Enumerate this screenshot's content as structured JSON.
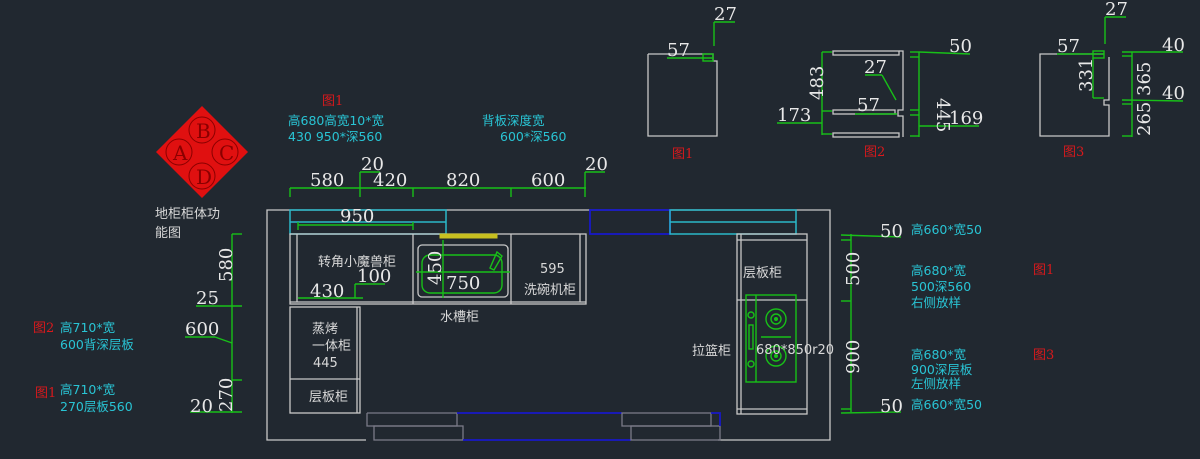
{
  "title": {
    "line1": "地柜柜体功",
    "line2": "能图"
  },
  "compass": {
    "a": "A",
    "b": "B",
    "c": "C",
    "d": "D",
    "color": "#e01010"
  },
  "top_note": {
    "fig": "图1",
    "line1": "高680高宽10*宽",
    "line2": "430   950*深560"
  },
  "top_note2": {
    "line1": "背板深度宽",
    "line2": "600*深560"
  },
  "top_dims": {
    "d1": "580",
    "d2": "20",
    "d3": "420",
    "d4": "820",
    "d5": "600",
    "d6": "20",
    "counter": "950"
  },
  "left_dims": {
    "d1": "580",
    "d2": "25",
    "d3": "600",
    "d4": "270",
    "d5": "20"
  },
  "left_notes": [
    {
      "fig": "图2",
      "line1": "高710*宽",
      "line2": "600背深层板"
    },
    {
      "fig": "图1",
      "line1": "高710*宽",
      "line2": "270层板560"
    }
  ],
  "cabinets": {
    "corner": "转角小魔兽柜",
    "corner_d1": "100",
    "corner_d2": "430",
    "sink_w": "750",
    "sink_h": "450",
    "sink": "水槽柜",
    "dish_num": "595",
    "dish": "洗碗机柜",
    "steam1": "蒸烤",
    "steam2": "一体柜",
    "steam_num": "445",
    "shelf_left": "层板柜",
    "shelf_right": "层板柜",
    "basket": "拉篮柜",
    "stove_dim": "680*850r20"
  },
  "right_dims": {
    "d1": "50",
    "d2": "500",
    "d3": "900",
    "d4": "50"
  },
  "right_notes": [
    {
      "line1": "高660*宽50"
    },
    {
      "fig": "图1",
      "line1": "高680*宽",
      "line2": "500深560",
      "line3": "右侧放样"
    },
    {
      "fig": "图3",
      "line1": "高680*宽",
      "line2": "900深层板",
      "line3": "左侧放样"
    },
    {
      "line1": "高660*宽50"
    }
  ],
  "fig1": {
    "label": "图1",
    "d1": "27",
    "d2": "57"
  },
  "fig2": {
    "label": "图2",
    "d1": "50",
    "d2": "483",
    "d3": "445",
    "d4": "27",
    "d5": "57",
    "d6": "173",
    "d7": "169"
  },
  "fig3": {
    "label": "图3",
    "d1": "27",
    "d2": "57",
    "d3": "40",
    "d4": "331",
    "d5": "365",
    "d6": "40",
    "d7": "265"
  }
}
